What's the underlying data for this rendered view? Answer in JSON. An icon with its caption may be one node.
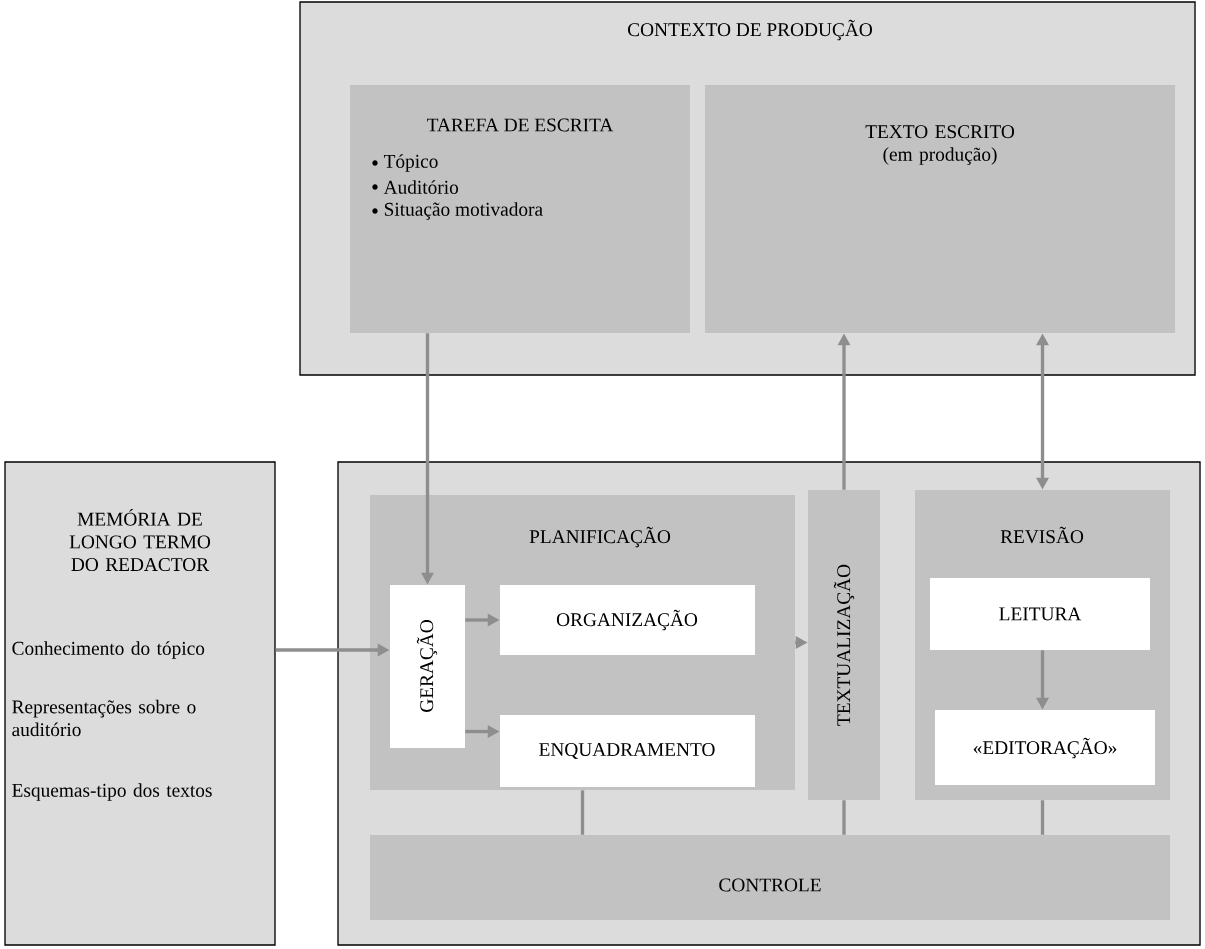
{
  "diagram": {
    "nodes": [
      {
        "text": [
          "CONTEXTO DE PRODUÇÃO"
        ]
      },
      {
        "text": [
          "TAREFA DE ESCRITA",
          "Tópico",
          "Auditório",
          "Situação motivadora"
        ],
        "in": 0
      },
      {
        "text": [
          "TEXTO ESCRITO (em produção)"
        ],
        "in": 0
      },
      {
        "text": [
          "MEMÓRIA DE LONGO TERMO DO REDACTOR",
          "Conhecimento do tópico",
          "Representações sobre o auditório",
          "Esquemas-tipo dos textos"
        ]
      },
      {
        "text": [],
        "shape": "box"
      },
      {
        "text": [
          "PLANIFICAÇÃO"
        ],
        "in": 4
      },
      {
        "text": [
          "GERAÇÃO"
        ],
        "in": 5
      },
      {
        "text": [
          "ORGANIZAÇÃO"
        ],
        "in": 5
      },
      {
        "text": [
          "ENQUADRAMENTO"
        ],
        "in": 5
      },
      {
        "text": [
          "TEXTUALIZAÇÃO"
        ],
        "in": 4
      },
      {
        "text": [
          "REVISÃO"
        ],
        "in": 4
      },
      {
        "text": [
          "LEITURA"
        ],
        "in": 10
      },
      {
        "text": [
          "«EDITORAÇÃO»"
        ],
        "in": 10
      },
      {
        "text": [
          "CONTROLE"
        ],
        "in": 4
      }
    ],
    "edges": [
      {
        "from": 1,
        "to": 6,
        "arrow": "to"
      },
      {
        "from": 9,
        "to": 2,
        "arrow": "to"
      },
      {
        "from": 2,
        "to": 10,
        "arrow": "both"
      },
      {
        "from": 3,
        "to": 6,
        "arrow": "to"
      },
      {
        "from": 6,
        "to": 7,
        "arrow": "to"
      },
      {
        "from": 6,
        "to": 8,
        "arrow": "to"
      },
      {
        "from": 5,
        "to": 9,
        "arrow": "to"
      },
      {
        "from": 11,
        "to": 12,
        "arrow": "to"
      },
      {
        "from": 5,
        "to": 13,
        "arrow": "none"
      },
      {
        "from": 9,
        "to": 13,
        "arrow": "none"
      },
      {
        "from": 10,
        "to": 13,
        "arrow": "none"
      }
    ]
  }
}
